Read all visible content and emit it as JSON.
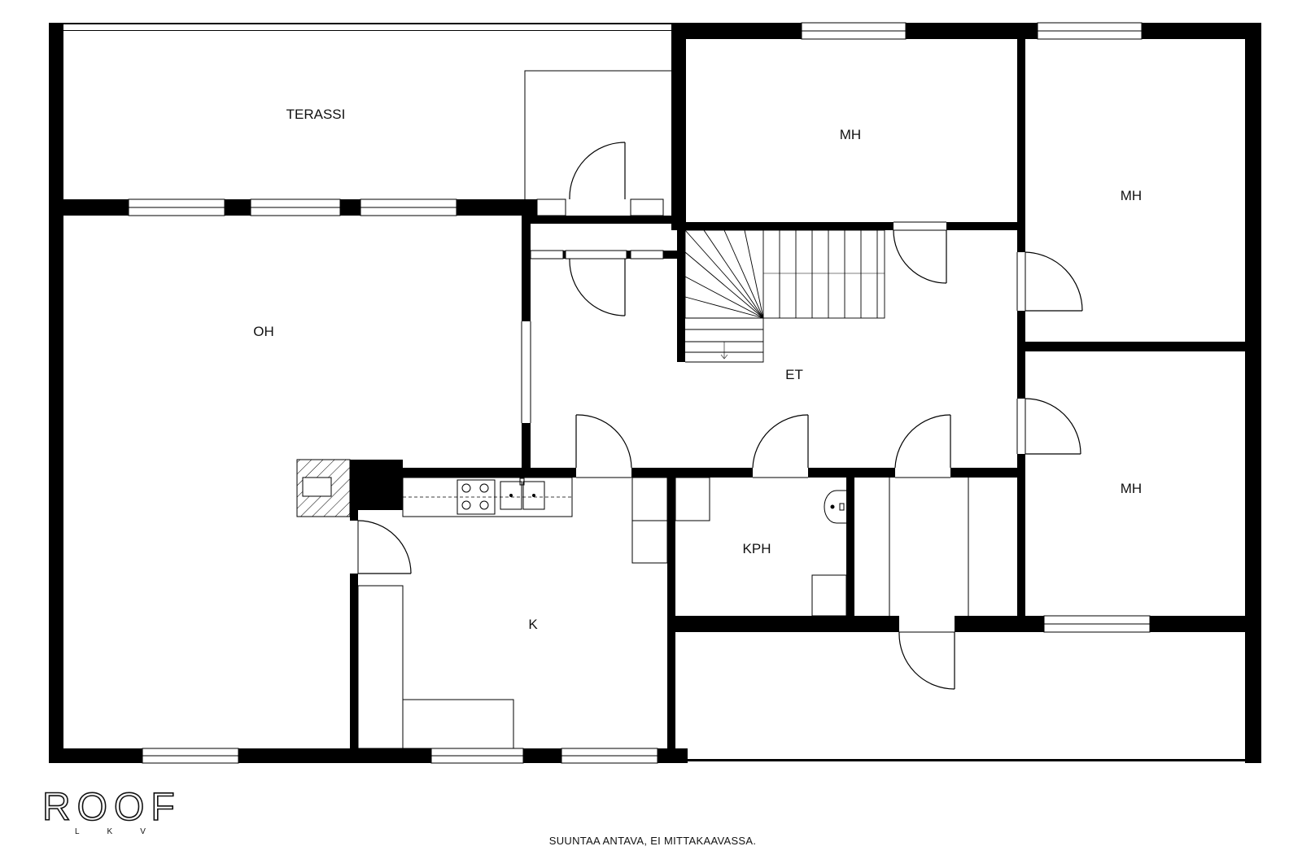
{
  "rooms": {
    "terassi": "TERASSI",
    "mh_top": "MH",
    "mh_right_top": "MH",
    "oh": "OH",
    "et": "ET",
    "kph": "KPH",
    "mh_right_bottom": "MH",
    "k": "K"
  },
  "logo": {
    "main": "ROOF",
    "sub": "LKV"
  },
  "footer": {
    "disclaimer": "SUUNTAA ANTAVA, EI MITTAKAAVASSA."
  },
  "colors": {
    "wall": "#000000",
    "line": "#000000",
    "background": "#ffffff"
  }
}
